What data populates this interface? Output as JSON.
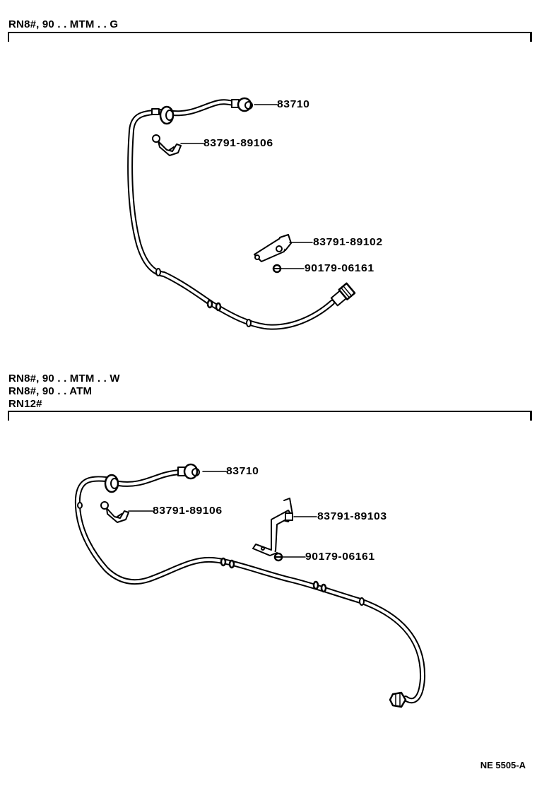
{
  "diagram": {
    "type": "parts-catalog-illustration",
    "reference_code": "NE 5505-A",
    "sections": [
      {
        "applicability": [
          "RN8#, 90 . . MTM . . G"
        ],
        "parts": [
          {
            "number": "83710",
            "description": "speedometer cable assembly"
          },
          {
            "number": "83791-89106",
            "description": "clamp bracket"
          },
          {
            "number": "83791-89102",
            "description": "clamp"
          },
          {
            "number": "90179-06161",
            "description": "nut"
          }
        ]
      },
      {
        "applicability": [
          "RN8#, 90 . . MTM . . W",
          "RN8#, 90 . . ATM",
          "RN12#"
        ],
        "parts": [
          {
            "number": "83710",
            "description": "speedometer cable assembly"
          },
          {
            "number": "83791-89106",
            "description": "clamp bracket"
          },
          {
            "number": "83791-89103",
            "description": "clamp bracket"
          },
          {
            "number": "90179-06161",
            "description": "nut"
          }
        ]
      }
    ]
  }
}
